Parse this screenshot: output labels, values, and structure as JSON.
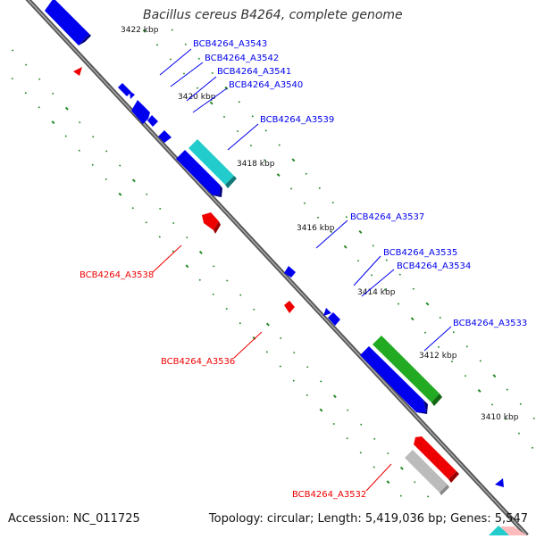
{
  "title": "Bacillus cereus B4264, complete genome",
  "footer": {
    "accession": "Accession: NC_011725",
    "summary": "Topology: circular; Length: 5,419,036 bp; Genes: 5,547"
  },
  "colors": {
    "forward_gene": "#0000ee",
    "reverse_gene": "#ee0000",
    "cyan_feature": "#22cccc",
    "green_feature": "#22aa22",
    "gray_feature": "#bbbbbb",
    "ruler_dots": "#228822",
    "backbone": "#777777"
  },
  "ticks": [
    {
      "label": "3422 kbp"
    },
    {
      "label": "3420 kbp"
    },
    {
      "label": "3418 kbp"
    },
    {
      "label": "3416 kbp"
    },
    {
      "label": "3414 kbp"
    },
    {
      "label": "3412 kbp"
    },
    {
      "label": "3410 kbp"
    }
  ],
  "genes": [
    {
      "name": "BCB4264_A3543",
      "strand": "forward"
    },
    {
      "name": "BCB4264_A3542",
      "strand": "forward"
    },
    {
      "name": "BCB4264_A3541",
      "strand": "forward"
    },
    {
      "name": "BCB4264_A3540",
      "strand": "forward"
    },
    {
      "name": "BCB4264_A3539",
      "strand": "forward"
    },
    {
      "name": "BCB4264_A3538",
      "strand": "reverse"
    },
    {
      "name": "BCB4264_A3537",
      "strand": "forward"
    },
    {
      "name": "BCB4264_A3536",
      "strand": "reverse"
    },
    {
      "name": "BCB4264_A3535",
      "strand": "forward"
    },
    {
      "name": "BCB4264_A3534",
      "strand": "forward"
    },
    {
      "name": "BCB4264_A3533",
      "strand": "forward"
    },
    {
      "name": "BCB4264_A3532",
      "strand": "reverse"
    }
  ]
}
